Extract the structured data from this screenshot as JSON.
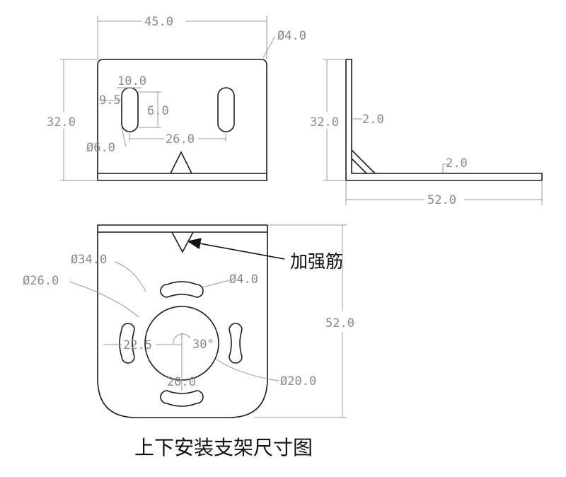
{
  "front_view": {
    "width": "45.0",
    "height": "32.0",
    "corner_dia": "Ø4.0",
    "slot_height": "10.0",
    "slot_offset": "9.5",
    "slot_length": "6.0",
    "slot_dia": "Ø6.0",
    "slot_spacing": "26.0"
  },
  "side_view": {
    "height": "32.0",
    "thickness_vertical": "2.0",
    "thickness_horizontal": "2.0",
    "length": "52.0"
  },
  "bottom_view": {
    "dia_outer": "Ø34.0",
    "dia_mid": "Ø26.0",
    "slot_dia": "Ø4.0",
    "offset": "22.5",
    "angle": "30°",
    "length": "52.0",
    "center_dist": "20.0",
    "hole_dia": "Ø20.0"
  },
  "rib_label": "加强筋",
  "caption": "上下安装支架尺寸图"
}
